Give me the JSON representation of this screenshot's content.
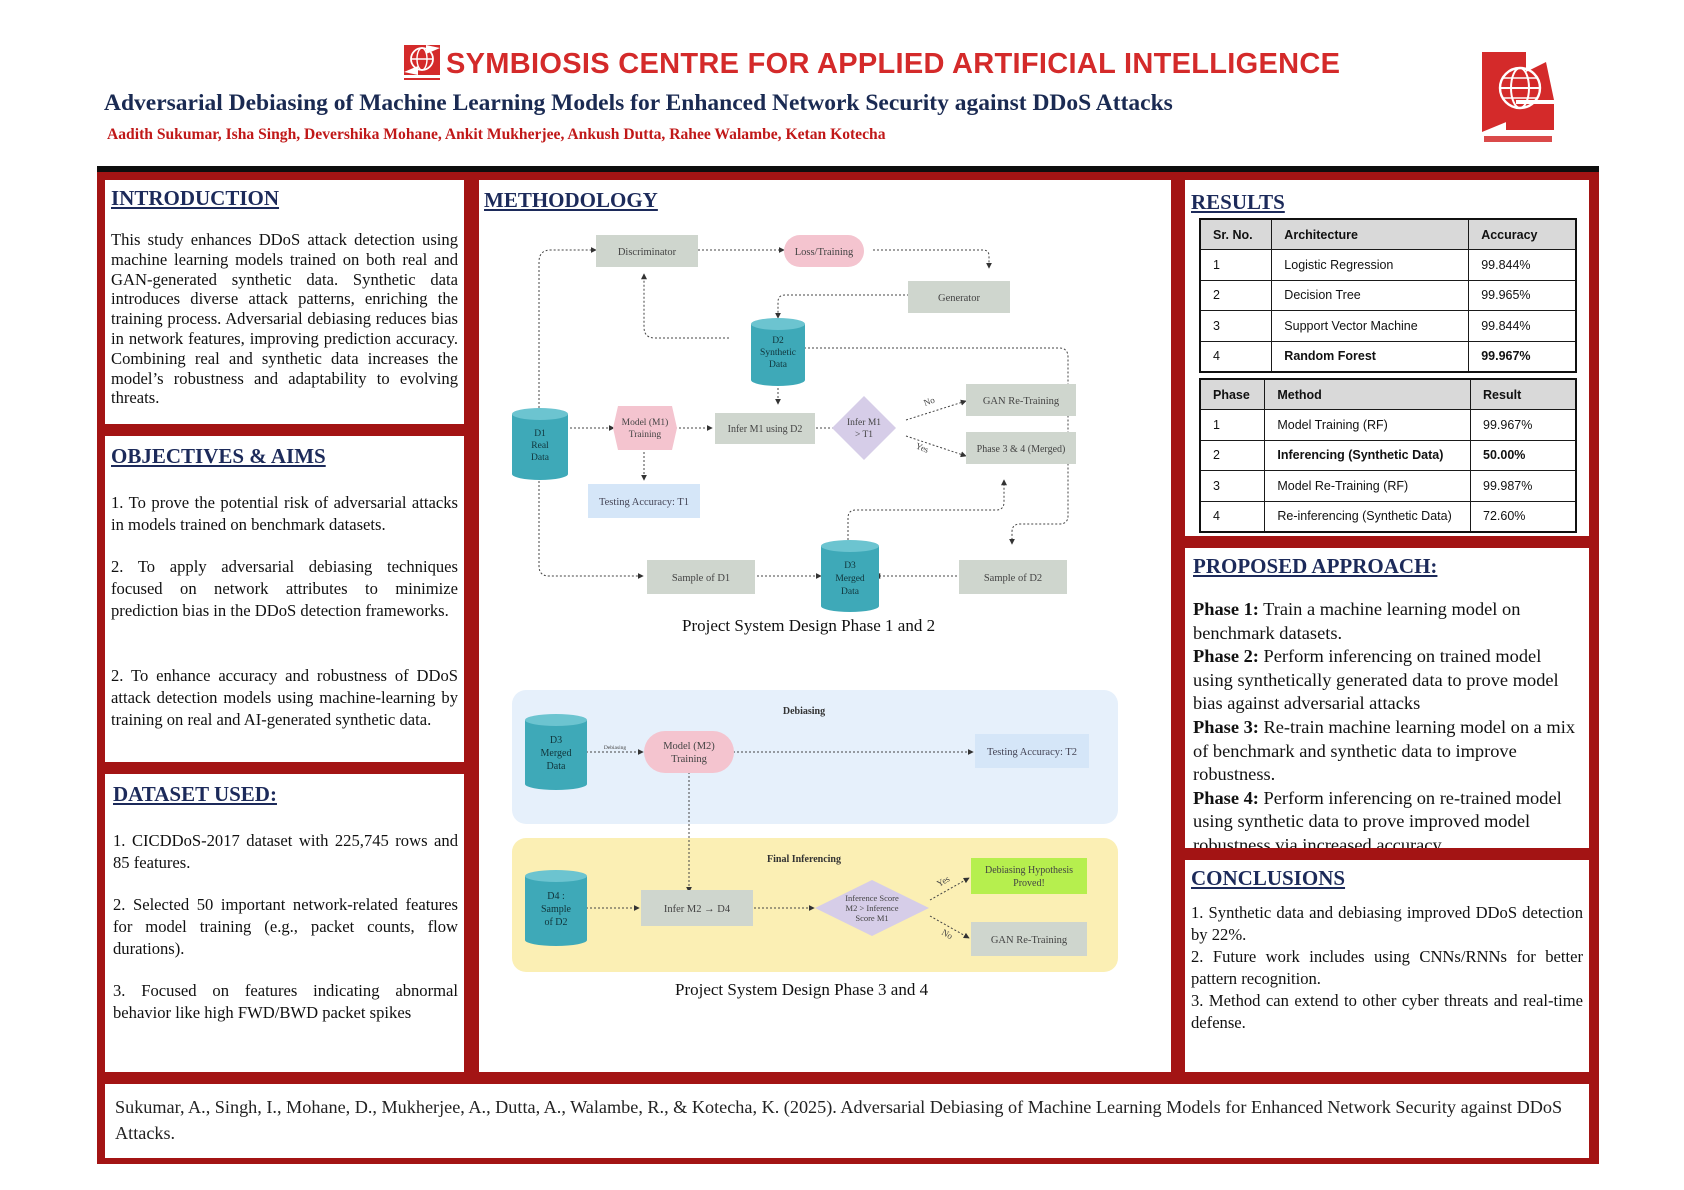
{
  "header": {
    "institute": "SYMBIOSIS CENTRE FOR APPLIED ARTIFICIAL INTELLIGENCE",
    "title": "Adversarial Debiasing of Machine Learning Models for Enhanced Network Security against DDoS Attacks",
    "authors": "Aadith Sukumar, Isha Singh, Devershika Mohane, Ankit Mukherjee, Ankush Dutta, Rahee Walambe, Ketan Kotecha"
  },
  "colors": {
    "brand_red": "#d42a2a",
    "frame_red": "#a31414",
    "heading_navy": "#1c2a5a"
  },
  "introduction": {
    "heading": "INTRODUCTION",
    "text": "This study enhances DDoS attack detection using machine learning models trained on both real and GAN-generated synthetic data. Synthetic data introduces diverse attack patterns, enriching the training process. Adversarial debiasing reduces bias in network features, improving prediction accuracy. Combining real and synthetic data increases the model’s robustness and adaptability to evolving threats."
  },
  "objectives": {
    "heading": "OBJECTIVES & AIMS",
    "items": [
      "1. To prove the potential risk of adversarial attacks in models trained on benchmark datasets.",
      "2. To apply adversarial debiasing techniques focused on network attributes to minimize prediction bias in the DDoS detection frameworks.",
      "2. To enhance accuracy and robustness of DDoS attack detection models using machine-learning by training on real and AI-generated synthetic data."
    ]
  },
  "dataset": {
    "heading": "DATASET USED:",
    "items": [
      "1. CICDDoS-2017 dataset with 225,745 rows and 85 features.",
      "2. Selected 50 important network-related features for model training (e.g., packet counts, flow durations).",
      "3. Focused on features indicating abnormal behavior like high FWD/BWD packet spikes"
    ]
  },
  "methodology": {
    "heading": "METHODOLOGY",
    "phase12": {
      "caption": "Project System Design Phase 1 and 2",
      "discriminator": "Discriminator",
      "loss": "Loss/Training",
      "generator": "Generator",
      "d2": [
        "D2",
        "Synthetic",
        "Data"
      ],
      "d1": [
        "D1",
        "Real",
        "Data"
      ],
      "m1": [
        "Model (M1)",
        "Training"
      ],
      "infer_m1": "Infer M1 using D2",
      "decision": [
        "Infer M1",
        "> T1"
      ],
      "no": "No",
      "yes": "Yes",
      "gan_retrain": "GAN Re-Training",
      "phase34": "Phase 3 & 4 (Merged)",
      "testing_t1": "Testing Accuracy: T1",
      "sample_d1": "Sample of D1",
      "d3": [
        "D3",
        "Merged",
        "Data"
      ],
      "sample_d2": "Sample of D2"
    },
    "phase34": {
      "caption": "Project System Design Phase 3 and 4",
      "debiasing_title": "Debiasing",
      "d3": [
        "D3",
        "Merged",
        "Data"
      ],
      "debiasing_edge": "Debiasing",
      "m2": [
        "Model (M2)",
        "Training"
      ],
      "testing_t2": "Testing Accuracy: T2",
      "final_title": "Final Inferencing",
      "d4": [
        "D4 :",
        "Sample",
        "of D2"
      ],
      "infer_m2": "Infer M2 → D4",
      "decision": [
        "Inference Score",
        "M2 > Inference",
        "Score M1"
      ],
      "yes": "Yes",
      "no": "No",
      "proved": [
        "Debiasing Hypothesis",
        "Proved!"
      ],
      "gan_retrain": "GAN Re-Training"
    }
  },
  "results": {
    "heading": "RESULTS",
    "table1": {
      "headers": [
        "Sr. No.",
        "Architecture",
        "Accuracy"
      ],
      "rows": [
        [
          "1",
          "Logistic Regression",
          "99.844%"
        ],
        [
          "2",
          "Decision Tree",
          "99.965%"
        ],
        [
          "3",
          "Support Vector Machine",
          "99.844%"
        ],
        [
          "4",
          "Random Forest",
          "99.967%"
        ]
      ]
    },
    "table2": {
      "headers": [
        "Phase",
        "Method",
        "Result"
      ],
      "rows": [
        [
          "1",
          "Model Training (RF)",
          "99.967%"
        ],
        [
          "2",
          "Inferencing (Synthetic Data)",
          "50.00%"
        ],
        [
          "3",
          "Model Re-Training (RF)",
          "99.987%"
        ],
        [
          "4",
          "Re-inferencing (Synthetic Data)",
          "72.60%"
        ]
      ]
    }
  },
  "proposed": {
    "heading": "PROPOSED APPROACH:",
    "phases": [
      {
        "label": "Phase 1:",
        "text": " Train a machine learning model on benchmark datasets."
      },
      {
        "label": "Phase 2:",
        "text": " Perform inferencing on trained model using synthetically generated data to prove model bias against adversarial attacks"
      },
      {
        "label": "Phase 3:",
        "text": " Re-train machine learning model on a mix of benchmark and synthetic data to improve robustness."
      },
      {
        "label": "Phase 4:",
        "text": " Perform inferencing on re-trained model using synthetic data to prove improved model robustness via increased accuracy."
      }
    ]
  },
  "conclusions": {
    "heading": "CONCLUSIONS",
    "items": [
      "1. Synthetic data and debiasing improved DDoS detection by 22%.",
      "2. Future work includes using CNNs/RNNs for better pattern recognition.",
      "3. Method can extend to other cyber threats and real-time defense."
    ]
  },
  "reference": "Sukumar, A., Singh, I., Mohane, D., Mukherjee, A., Dutta, A., Walambe, R., & Kotecha, K. (2025). Adversarial Debiasing of Machine Learning Models for Enhanced Network Security against DDoS Attacks."
}
